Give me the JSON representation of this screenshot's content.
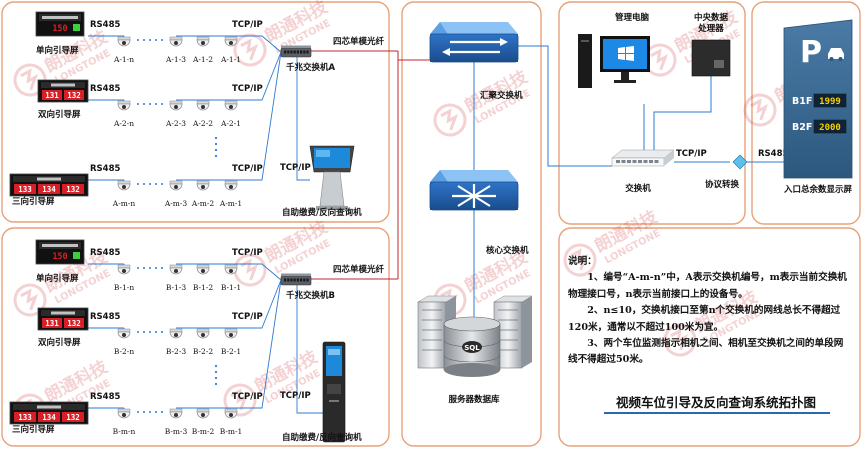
{
  "diagram": {
    "title": "视频车位引导及反向查询系统拓扑图",
    "notes": {
      "heading": "说明：",
      "items": [
        "1、编号“A-m-n”中，A表示交换机编号，m表示当前交换机物理接口号，n表示当前接口上的设备号。",
        "2、n≤10，交换机接口至第n个交换机的网线总长不得超过120米，通常以不超过100米为宜。",
        "3、两个车位监测指示相机之间、相机至交换机之间的单段网线不得超过50米。"
      ]
    },
    "protocols": {
      "rs485": "RS485",
      "tcpip": "TCP/IP"
    },
    "group_a": {
      "switch": "千兆交换机A",
      "fiber": "四芯单模光纤",
      "rows": [
        {
          "screen": "单向引导屏",
          "cams": [
            "A-1-n",
            "A-1-3",
            "A-1-2",
            "A-1-1"
          ]
        },
        {
          "screen": "双向引导屏",
          "cams": [
            "A-2-n",
            "A-2-3",
            "A-2-2",
            "A-2-1"
          ]
        },
        {
          "screen": "三向引导屏",
          "cams": [
            "A-m-n",
            "A-m-3",
            "A-m-2",
            "A-m-1"
          ]
        }
      ],
      "kiosk": "自助缴费/反向查询机"
    },
    "group_b": {
      "switch": "千兆交换机B",
      "fiber": "四芯单模光纤",
      "rows": [
        {
          "screen": "单向引导屏",
          "cams": [
            "B-1-n",
            "B-1-3",
            "B-1-2",
            "B-1-1"
          ]
        },
        {
          "screen": "双向引导屏",
          "cams": [
            "B-2-n",
            "B-2-3",
            "B-2-2",
            "B-2-1"
          ]
        },
        {
          "screen": "三向引导屏",
          "cams": [
            "B-m-n",
            "B-m-3",
            "B-m-2",
            "B-m-1"
          ]
        }
      ],
      "kiosk": "自助缴费/反向查询机"
    },
    "core": {
      "agg_switch": "汇聚交换机",
      "core_switch": "核心交换机",
      "server": "服务器数据库",
      "sql": "SQL"
    },
    "management": {
      "pc": "管理电脑",
      "processor_line1": "中央数据",
      "processor_line2": "处理器",
      "switch": "交换机",
      "converter": "协议转换"
    },
    "entrance": {
      "label": "入口总余数显示屏",
      "parking_letter": "P",
      "floors": [
        {
          "floor": "B1F",
          "count": "1999"
        },
        {
          "floor": "B2F",
          "count": "2000"
        }
      ]
    },
    "screen_digits": {
      "single": [
        "150"
      ],
      "double": [
        "131",
        "132"
      ],
      "triple": [
        "133",
        "134",
        "132"
      ]
    },
    "watermark": {
      "cn": "朗通科技",
      "en": "LONGTONE"
    },
    "colors": {
      "frame": "#e8a27a",
      "blue_line": "#2e7bd1",
      "red_line": "#c1272d",
      "switch_blue": "#2f74c8",
      "led_red": "#d81f26",
      "led_green": "#3cd13c",
      "entrance_bg": "#3e6f98"
    }
  }
}
